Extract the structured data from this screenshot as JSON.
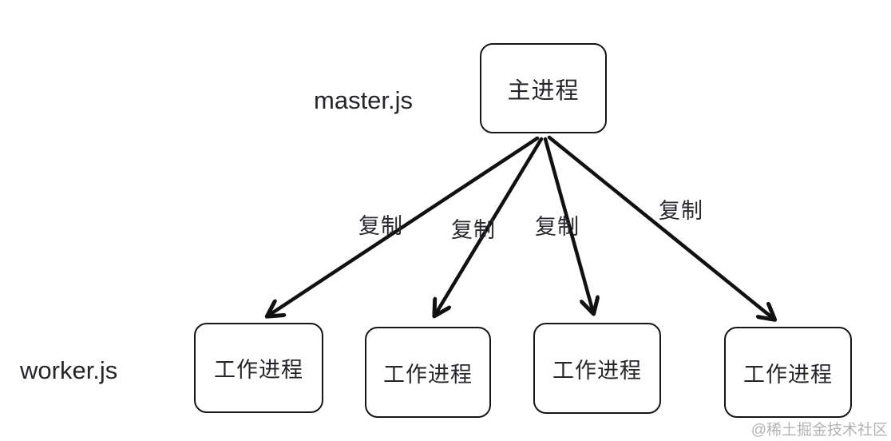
{
  "diagram": {
    "title": "node-cluster-fork-diagram",
    "master_file_label": "master.js",
    "worker_file_label": "worker.js",
    "master_node": {
      "label": "主进程"
    },
    "worker_nodes": [
      {
        "label": "工作进程"
      },
      {
        "label": "工作进程"
      },
      {
        "label": "工作进程"
      },
      {
        "label": "工作进程"
      }
    ],
    "edge_labels": [
      "复制",
      "复制",
      "复制",
      "复制"
    ],
    "colors": {
      "background": "#ffffff",
      "stroke": "#161616",
      "text": "#26262a",
      "watermark": "#b3b3b3"
    },
    "watermark_text": "@稀土掘金技术社区"
  }
}
